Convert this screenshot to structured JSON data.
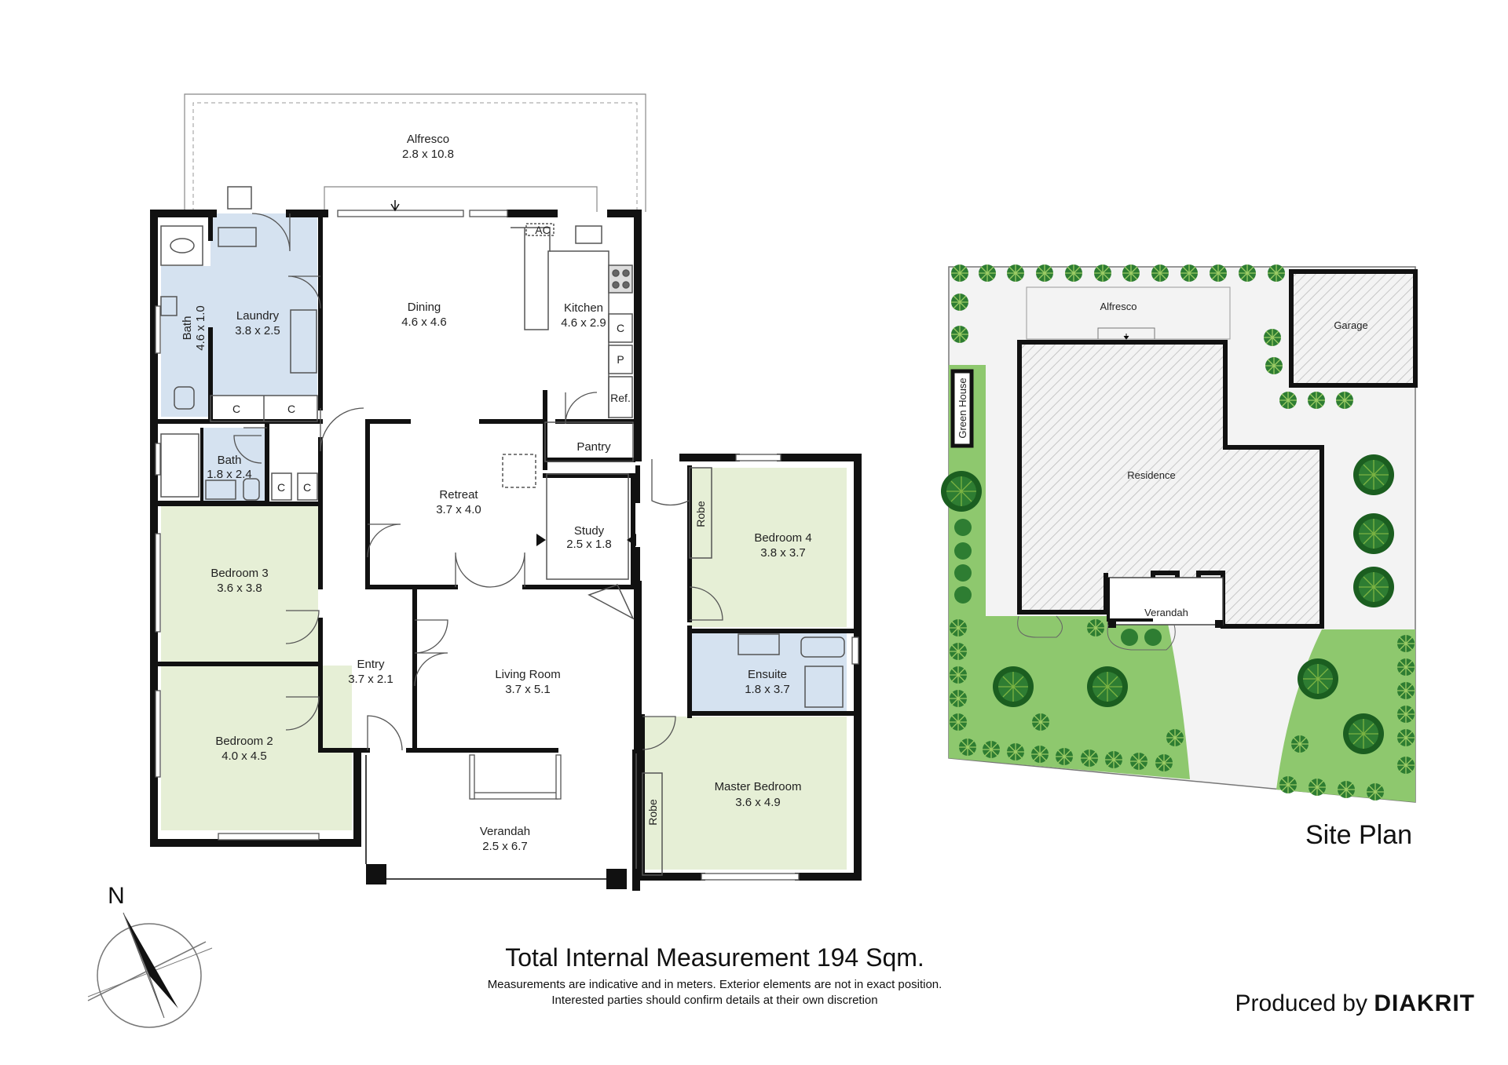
{
  "floor_plan": {
    "rooms": {
      "alfresco": {
        "name": "Alfresco",
        "size": "2.8 x 10.8"
      },
      "dining": {
        "name": "Dining",
        "size": "4.6 x 4.6"
      },
      "kitchen": {
        "name": "Kitchen",
        "size": "4.6 x 2.9"
      },
      "laundry": {
        "name": "Laundry",
        "size": "3.8 x 2.5"
      },
      "bath_upper": {
        "name": "Bath",
        "size": "4.6 x 1.0"
      },
      "bath_lower": {
        "name": "Bath",
        "size": "1.8 x 2.4"
      },
      "pantry": {
        "name": "Pantry"
      },
      "retreat": {
        "name": "Retreat",
        "size": "3.7 x 4.0"
      },
      "study": {
        "name": "Study",
        "size": "2.5 x 1.8"
      },
      "bedroom4": {
        "name": "Bedroom 4",
        "size": "3.8 x 3.7"
      },
      "bedroom3": {
        "name": "Bedroom 3",
        "size": "3.6 x 3.8"
      },
      "entry": {
        "name": "Entry",
        "size": "3.7 x 2.1"
      },
      "living": {
        "name": "Living Room",
        "size": "3.7 x 5.1"
      },
      "ensuite": {
        "name": "Ensuite",
        "size": "1.8 x 3.7"
      },
      "bedroom2": {
        "name": "Bedroom 2",
        "size": "4.0 x 4.5"
      },
      "master": {
        "name": "Master Bedroom",
        "size": "3.6 x 4.9"
      },
      "verandah": {
        "name": "Verandah",
        "size": "2.5 x 6.7"
      }
    },
    "fixtures": {
      "ac": "AC",
      "cupboard": "C",
      "pantry_p": "P",
      "fridge": "Ref.",
      "robe": "Robe"
    }
  },
  "compass": {
    "north_label": "N"
  },
  "site_plan": {
    "title": "Site Plan",
    "labels": {
      "alfresco": "Alfresco",
      "garage": "Garage",
      "green_house": "Green House",
      "residence": "Residence",
      "verandah": "Verandah"
    }
  },
  "footer": {
    "title": "Total Internal Measurement 194 Sqm.",
    "note_line1": "Measurements are indicative and in meters. Exterior elements are not in exact position.",
    "note_line2": "Interested parties should confirm details at their own discretion",
    "producer_prefix": "Produced by",
    "producer_brand": "DIAKRIT"
  },
  "colors": {
    "wall": "#111111",
    "bedroom_fill": "#e6efd6",
    "wet_fill": "#d5e2f0",
    "lawn": "#8ec86e",
    "shrub": "#2e7d2e",
    "hatch": "#bdbdbd"
  }
}
